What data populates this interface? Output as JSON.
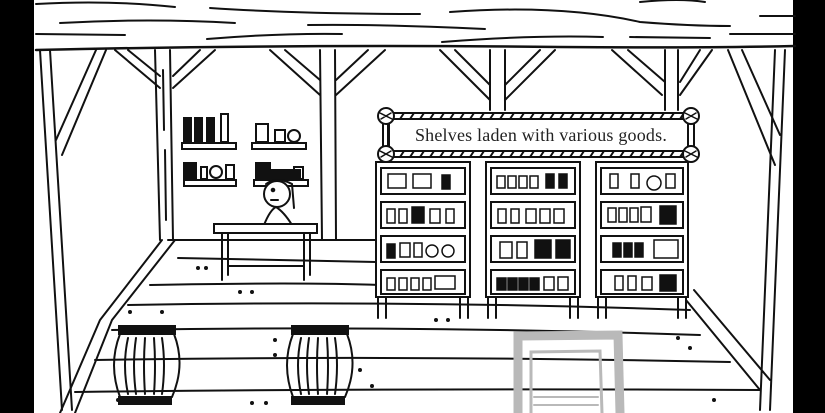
{
  "scene": {
    "location": "general store interior",
    "caption": "Shelves laden with various goods.",
    "colors": {
      "ink": "#111111",
      "paper": "#ffffff",
      "border": "#000000",
      "door_highlight": "#b9b9b9",
      "caption_text": "#222222"
    }
  },
  "hotspots": [
    {
      "name": "shopkeeper",
      "label": "Shopkeeper"
    },
    {
      "name": "counter",
      "label": "Counter"
    },
    {
      "name": "wall-shelves",
      "label": "Wall shelves"
    },
    {
      "name": "goods-shelves",
      "label": "Shelves"
    },
    {
      "name": "barrel-left",
      "label": "Barrel"
    },
    {
      "name": "barrel-right",
      "label": "Barrel"
    },
    {
      "name": "exit-door",
      "label": "Exit"
    }
  ]
}
